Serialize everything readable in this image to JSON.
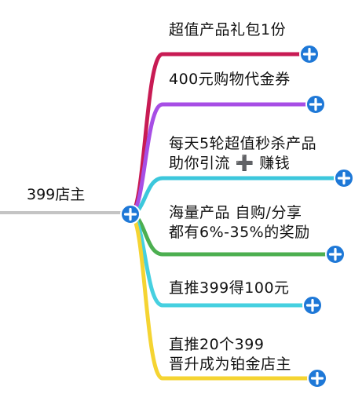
{
  "root": {
    "label": "399店主"
  },
  "branches": [
    {
      "lines": [
        "超值产品礼包1份"
      ],
      "color": "#c81b54"
    },
    {
      "lines": [
        "400元购物代金券"
      ],
      "color": "#a74ee5"
    },
    {
      "lines": [
        "每天5轮超值秒杀产品",
        "助你引流 ➕ 赚钱"
      ],
      "color": "#3cc7dc"
    },
    {
      "lines": [
        "海量产品 自购/分享",
        "都有6%-35%的奖励"
      ],
      "color": "#4caf50"
    },
    {
      "lines": [
        "直推399得100元"
      ],
      "color": "#46d0e0"
    },
    {
      "lines": [
        "直推20个399",
        "晋升成为铂金店主"
      ],
      "color": "#f5d432"
    }
  ],
  "colors": {
    "root_line": "#c4c4c4",
    "toggle_button": "#1e78d7"
  },
  "icons": {
    "toggle": "plus-circle-icon"
  }
}
